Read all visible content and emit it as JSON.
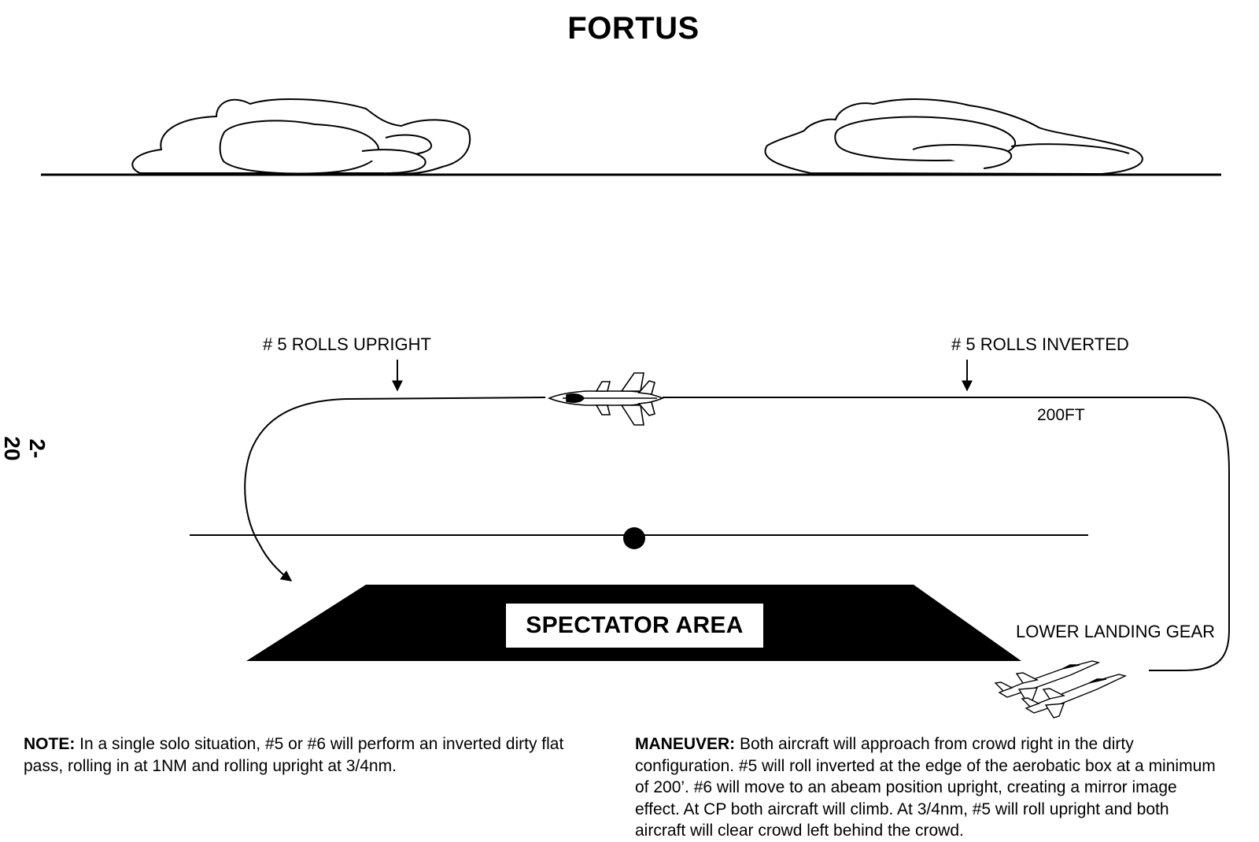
{
  "title": "FORTUS",
  "page_number": "2-20",
  "labels": {
    "rolls_upright": "# 5 ROLLS UPRIGHT",
    "rolls_inverted": "# 5 ROLLS INVERTED",
    "altitude": "200FT",
    "lower_landing_gear": "LOWER LANDING GEAR",
    "spectator_area": "SPECTATOR AREA"
  },
  "note": {
    "heading": "NOTE:",
    "text": " In a single solo situation, #5 or #6 will perform an inverted dirty flat pass, rolling in at 1NM and rolling upright at 3/4nm."
  },
  "maneuver": {
    "heading": "MANEUVER:",
    "text": " Both aircraft will approach from crowd right in the dirty configuration.  #5 will roll inverted at the edge of the aerobatic box at a minimum of 200’.  #6 will move to an abeam position upright, creating a mirror image effect. At CP both aircraft will climb. At 3/4nm, #5 will roll upright and both aircraft will clear crowd left behind the crowd."
  },
  "colors": {
    "ink": "#000000",
    "background": "#ffffff"
  },
  "icons": [
    "cloud-icon",
    "jet-aircraft-icon",
    "arrow-down-icon",
    "center-point-marker"
  ]
}
